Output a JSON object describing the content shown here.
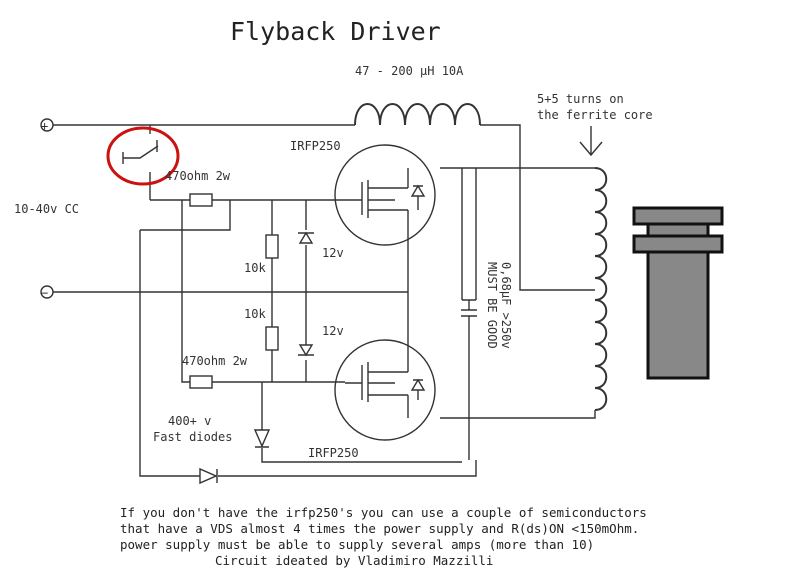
{
  "title": "Flyback Driver",
  "inductor_label": "47 - 200 µH 10A",
  "primary_label": [
    "5+5 turns on",
    "the ferrite core"
  ],
  "supply_label": "10-40v CC",
  "plus_symbol": "+",
  "minus_symbol": "−",
  "resistor_top_label": "470ohm 2w",
  "resistor_bottom_label": "470ohm 2w",
  "resistor_10k_top": "10k",
  "resistor_10k_bottom": "10k",
  "zener_top_label": "12v",
  "zener_bottom_label": "12v",
  "mosfet_top_label": "IRFP250",
  "mosfet_bottom_label": "IRFP250",
  "capacitor_label": [
    "0,68µF >250v",
    "MUST BE GOOD"
  ],
  "diode_label": [
    "400+ v",
    "Fast diodes"
  ],
  "footer_notes": [
    "If you don't have the irfp250's you can use a couple of semiconductors",
    "that have a VDS almost 4 times the power supply and R(ds)ON <150mOhm.",
    "power supply must be able to supply several amps (more than 10)",
    "Circuit ideated by Vladimiro Mazzilli"
  ],
  "colors": {
    "highlight_circle": "#cc1111",
    "core": "#888888",
    "wire": "#333333"
  }
}
